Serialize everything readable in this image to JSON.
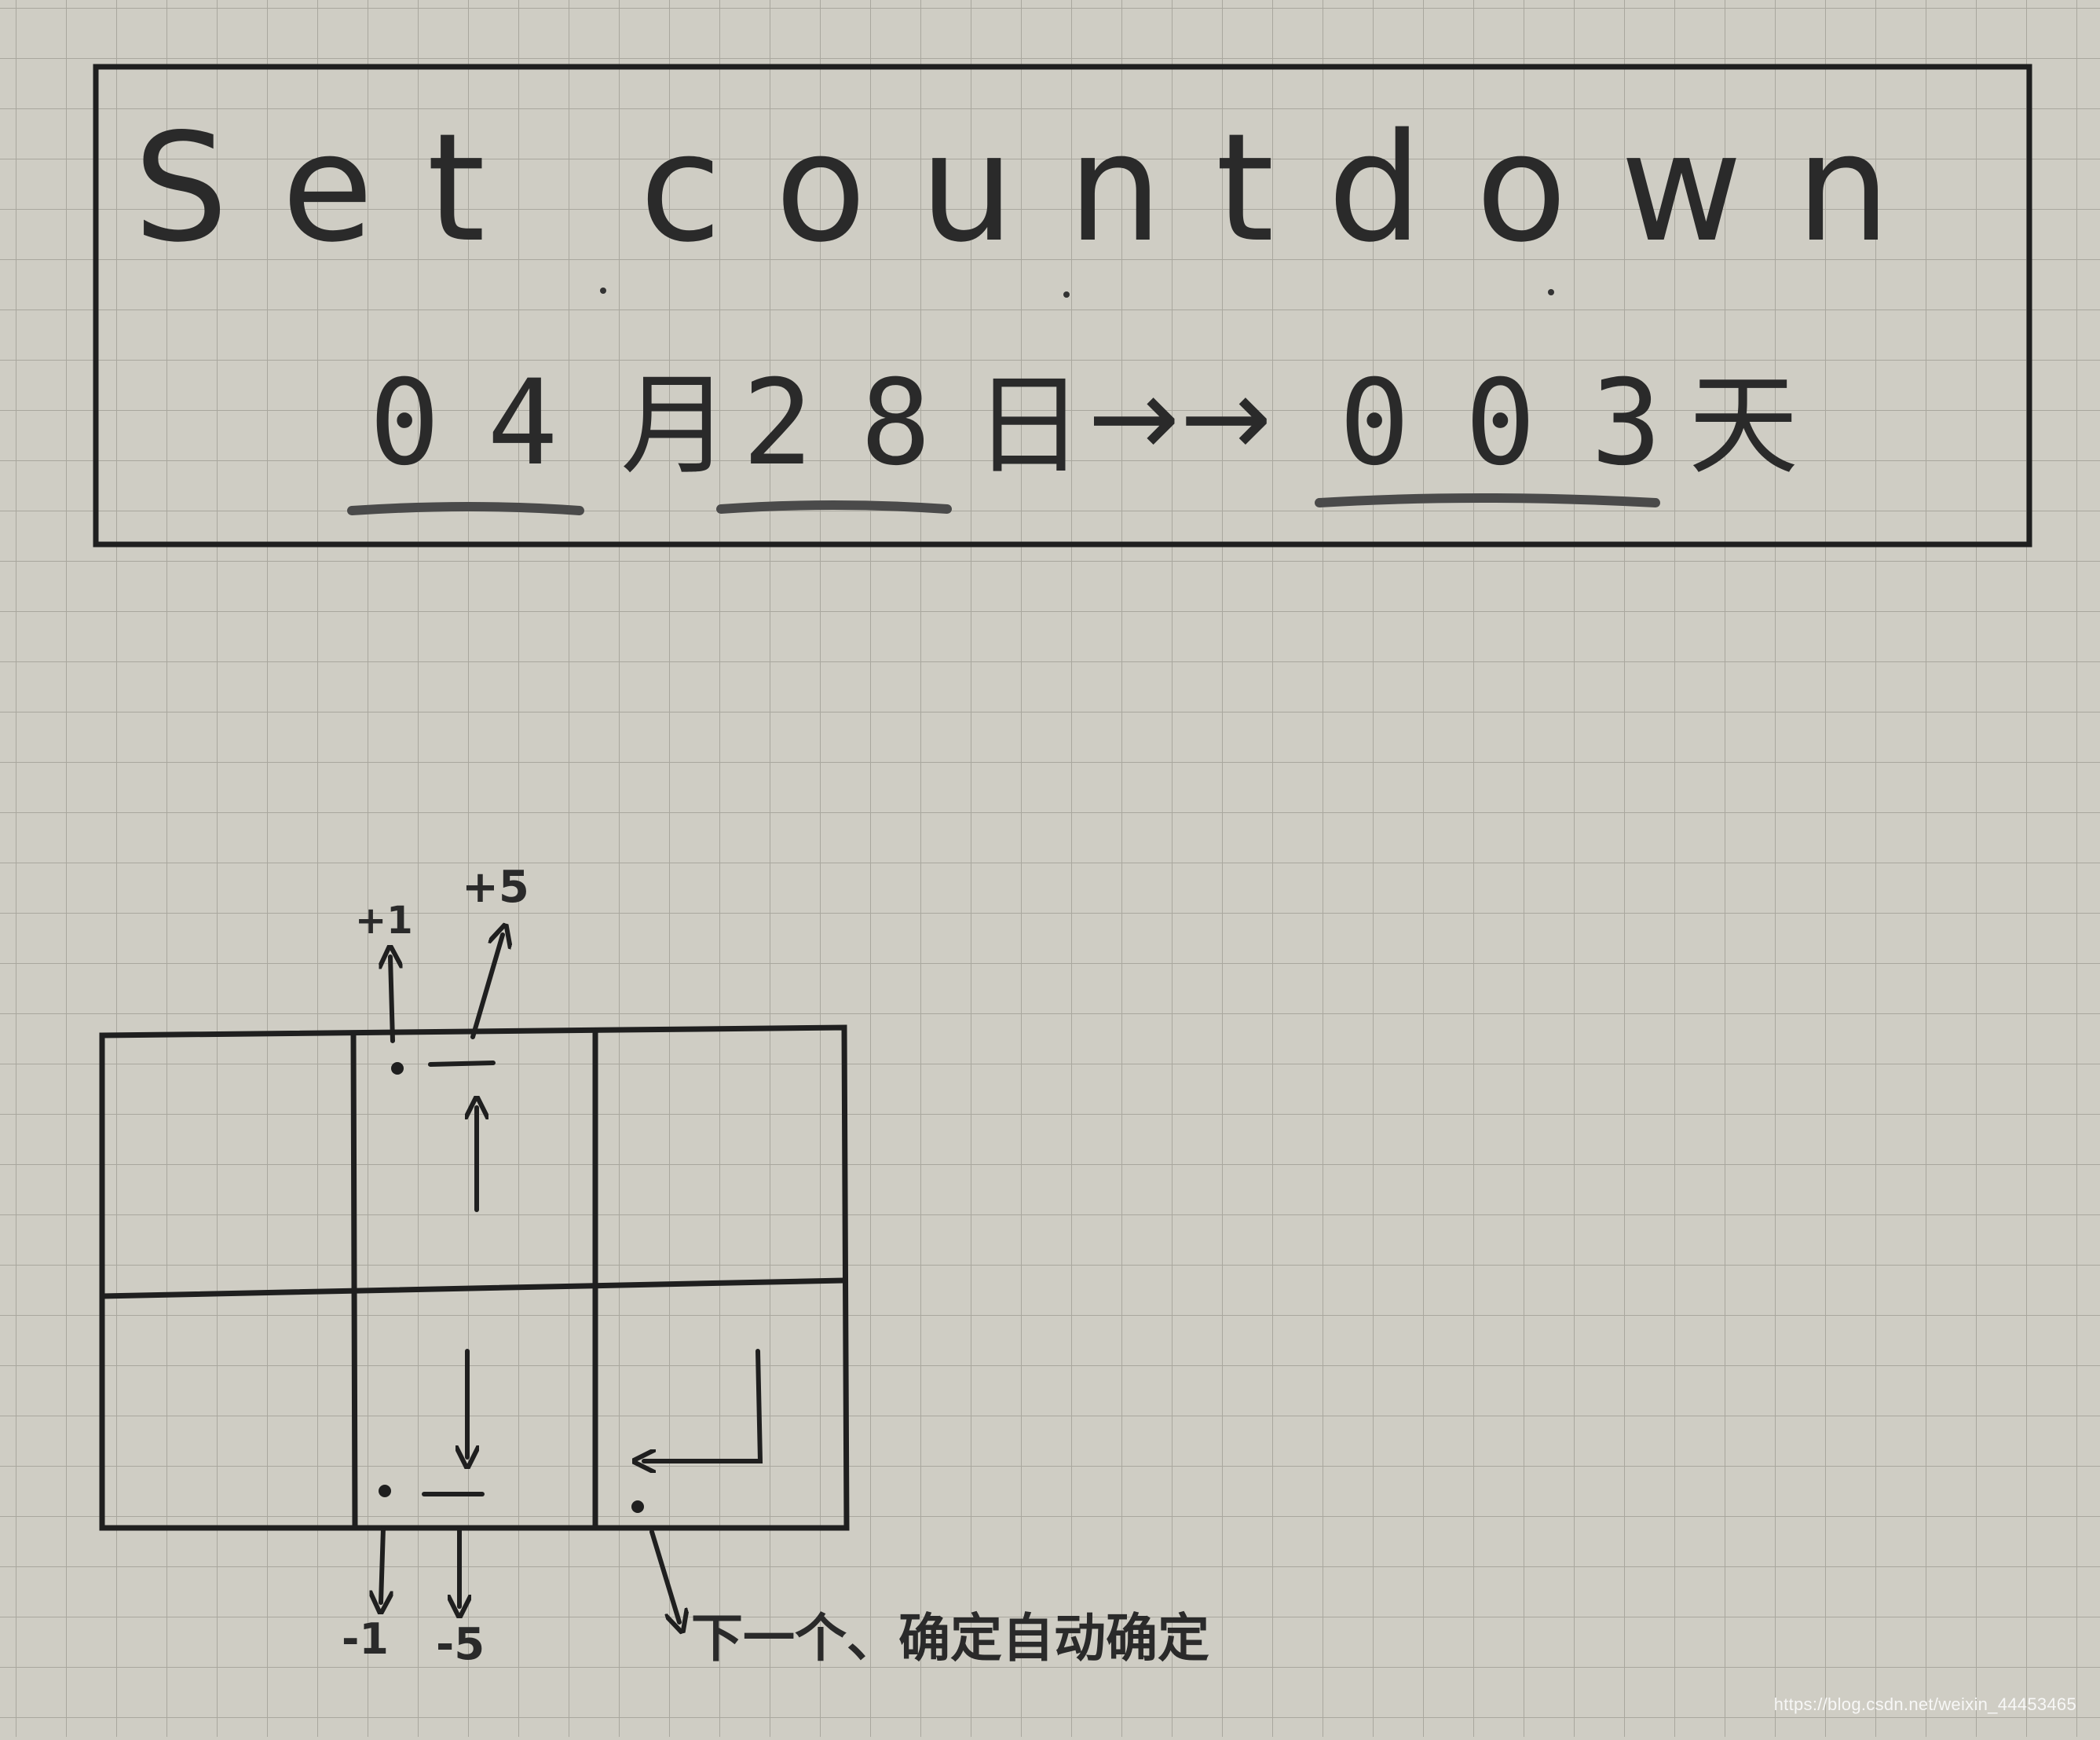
{
  "screen": {
    "title": "Set countdown",
    "month_value": "04",
    "month_unit": "月",
    "day_value": "28",
    "day_unit": "日",
    "arrow": "→→",
    "days_value": "003",
    "days_unit": "天"
  },
  "keypad": {
    "labels": {
      "plus_one": "+1",
      "plus_five": "+5",
      "minus_one": "-1",
      "minus_five": "-5",
      "next_note": "下一个、确定自动确定"
    }
  },
  "watermark": "https://blog.csdn.net/weixin_44453465",
  "colors": {
    "paper": "#cfcdc4",
    "grid": "#a9a79e",
    "ink": "#1f1f1f",
    "pencil": "#5a5a5a",
    "watermark": "#ffffff"
  }
}
